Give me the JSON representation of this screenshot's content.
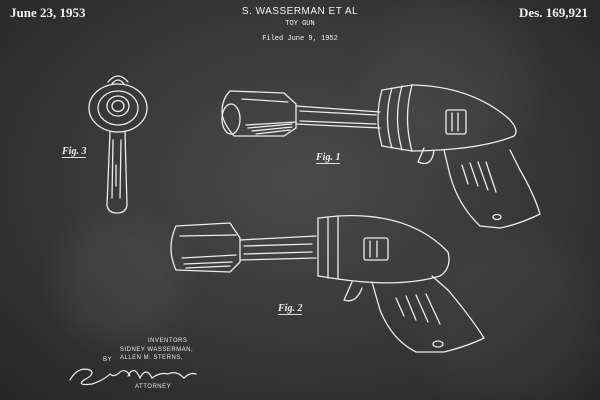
{
  "header": {
    "date": "June 23, 1953",
    "inventor": "S. WASSERMAN ET AL",
    "subject": "TOY GUN",
    "filed": "Filed June 9, 1952",
    "design_number": "Des. 169,921"
  },
  "figures": {
    "fig1_label": "Fig. 1",
    "fig2_label": "Fig. 2",
    "fig3_label": "Fig. 3"
  },
  "signature": {
    "inventors_heading": "INVENTORS",
    "inventor_1": "SIDNEY WASSERMAN,",
    "inventor_2": "ALLEN M. STERNS,",
    "by": "BY",
    "attorney_signature": "Samuel Wasserman",
    "attorney_label": "ATTORNEY"
  },
  "colors": {
    "background": "#3a3a3a",
    "chalk": "#f2f2f2"
  }
}
